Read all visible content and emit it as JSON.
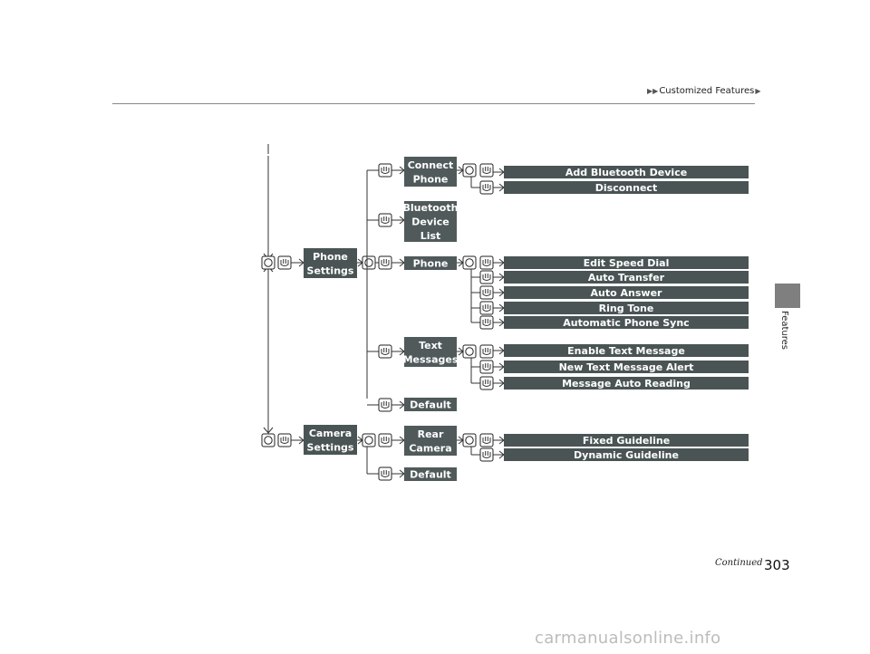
{
  "header": {
    "breadcrumb": "Customized Features"
  },
  "side_tab": {
    "label": "Features"
  },
  "footer": {
    "continued": "Continued",
    "page_number": "303",
    "watermark": "carmanualsonline.info"
  },
  "diagram": {
    "top_level": [
      {
        "label_lines": [
          "Phone",
          "Settings"
        ],
        "children": [
          {
            "label_lines": [
              "Connect",
              "Phone"
            ],
            "leaves": [
              "Add Bluetooth Device",
              "Disconnect"
            ]
          },
          {
            "label_lines": [
              "Bluetooth",
              "Device",
              "List"
            ],
            "leaves": []
          },
          {
            "label_lines": [
              "Phone"
            ],
            "leaves": [
              "Edit Speed Dial",
              "Auto Transfer",
              "Auto Answer",
              "Ring Tone",
              "Automatic Phone Sync"
            ]
          },
          {
            "label_lines": [
              "Text",
              "Messages"
            ],
            "leaves": [
              "Enable Text Message",
              "New Text Message Alert",
              "Message Auto Reading"
            ]
          },
          {
            "label_lines": [
              "Default"
            ],
            "leaves": []
          }
        ]
      },
      {
        "label_lines": [
          "Camera",
          "Settings"
        ],
        "children": [
          {
            "label_lines": [
              "Rear",
              "Camera"
            ],
            "leaves": [
              "Fixed Guideline",
              "Dynamic Guideline"
            ]
          },
          {
            "label_lines": [
              "Default"
            ],
            "leaves": []
          }
        ]
      }
    ]
  }
}
